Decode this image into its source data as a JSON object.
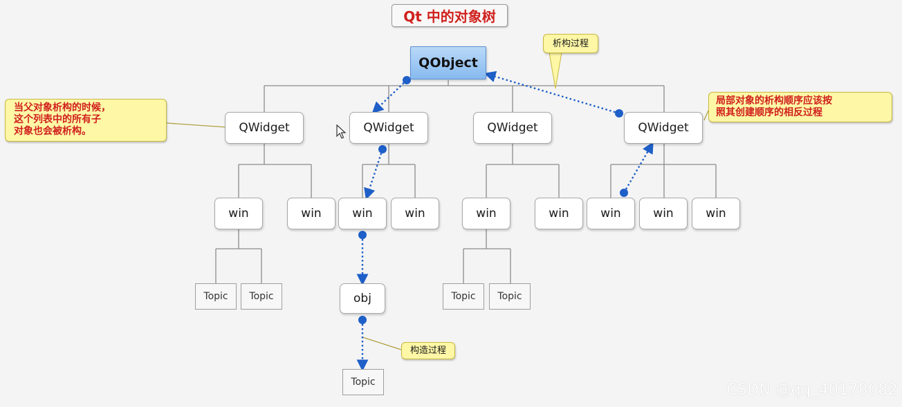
{
  "title": "Qt 中的对象树",
  "nodes": {
    "root": "QObject",
    "widget1": "QWidget",
    "widget2": "QWidget",
    "widget3": "QWidget",
    "widget4": "QWidget",
    "w1a": "win",
    "w1b": "win",
    "w2a": "win",
    "w2b": "win",
    "w3a": "win",
    "w3b": "win",
    "w4a": "win",
    "w4b": "win",
    "w4c": "win",
    "t1a": "Topic",
    "t1b": "Topic",
    "obj": "obj",
    "t2": "Topic",
    "t3a": "Topic",
    "t3b": "Topic"
  },
  "callouts": {
    "parent_destroy": [
      "当父对象析构的时候，",
      "这个列表中的所有子",
      "对象也会被析构。"
    ],
    "destroy_order": [
      "局部对象的析构顺序应该按",
      "照其创建顺序的相反过程"
    ],
    "destroy_process": "析构过程",
    "construct_process": "构造过程"
  },
  "colors": {
    "title_text": "#d0201c",
    "callout_bg": "#fdf7a6",
    "root_bg": "#87baf0",
    "arrow": "#1e5fc8",
    "connector": "#8a8a8a"
  },
  "watermark": "CSDN @qq_40178082"
}
